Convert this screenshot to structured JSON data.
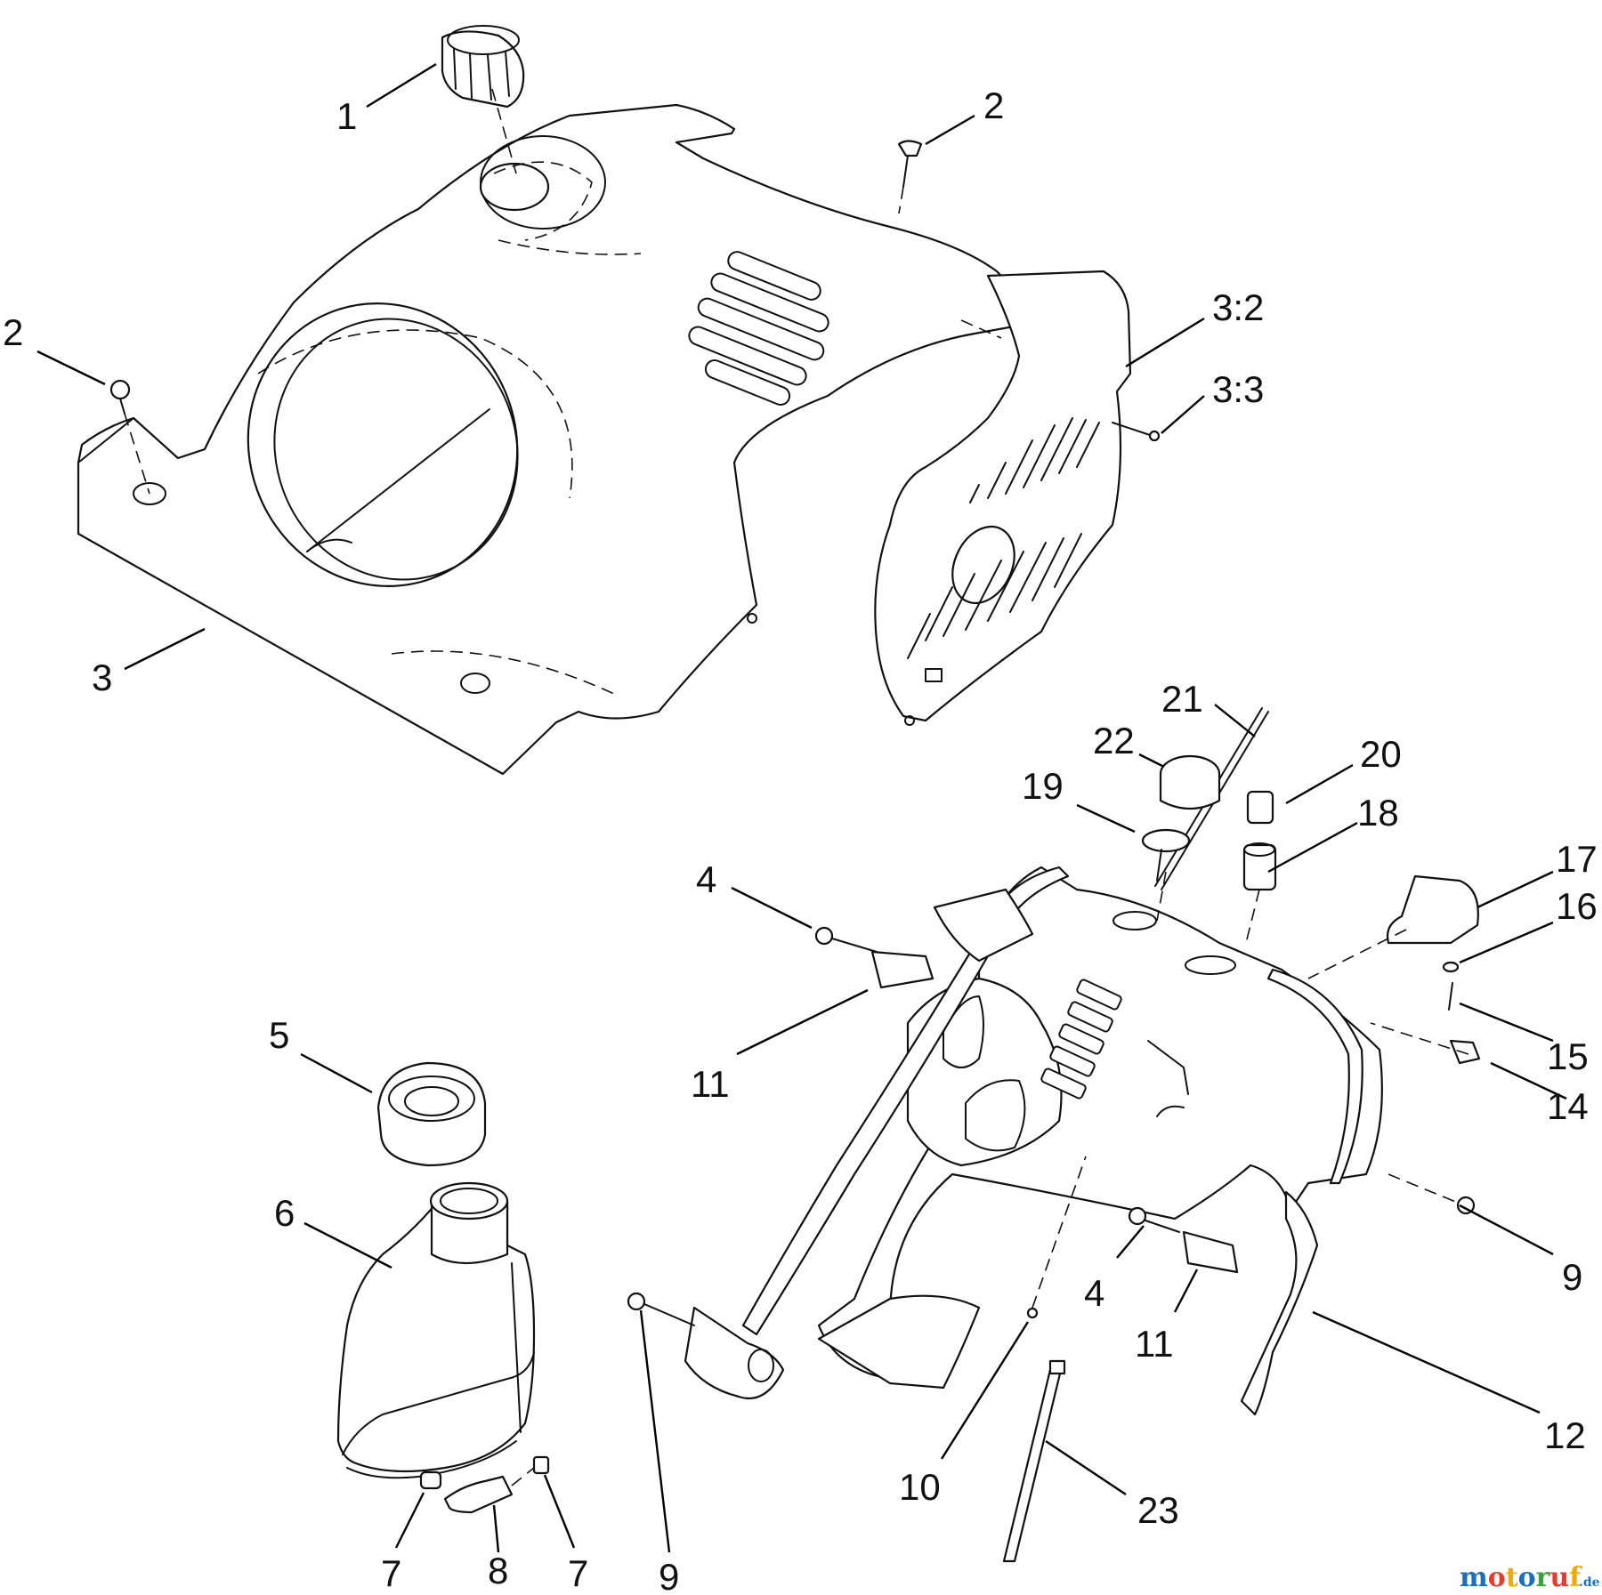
{
  "callouts": {
    "c1": "1",
    "c2a": "2",
    "c2b": "2",
    "c3": "3",
    "c3_2": "3:2",
    "c3_3": "3:3",
    "c4a": "4",
    "c4b": "4",
    "c5": "5",
    "c6": "6",
    "c7a": "7",
    "c7b": "7",
    "c8": "8",
    "c9a": "9",
    "c9b": "9",
    "c10": "10",
    "c11a": "11",
    "c11b": "11",
    "c12": "12",
    "c14": "14",
    "c15": "15",
    "c16": "16",
    "c17": "17",
    "c18": "18",
    "c19": "19",
    "c20": "20",
    "c21": "21",
    "c22": "22",
    "c23": "23"
  },
  "watermark": {
    "text": "motoruf",
    "tld": ".de",
    "colors": [
      "#1a6fc0",
      "#e63b2e",
      "#f2a900",
      "#1a6fc0",
      "#3aa335",
      "#e63b2e",
      "#f2a900"
    ]
  }
}
